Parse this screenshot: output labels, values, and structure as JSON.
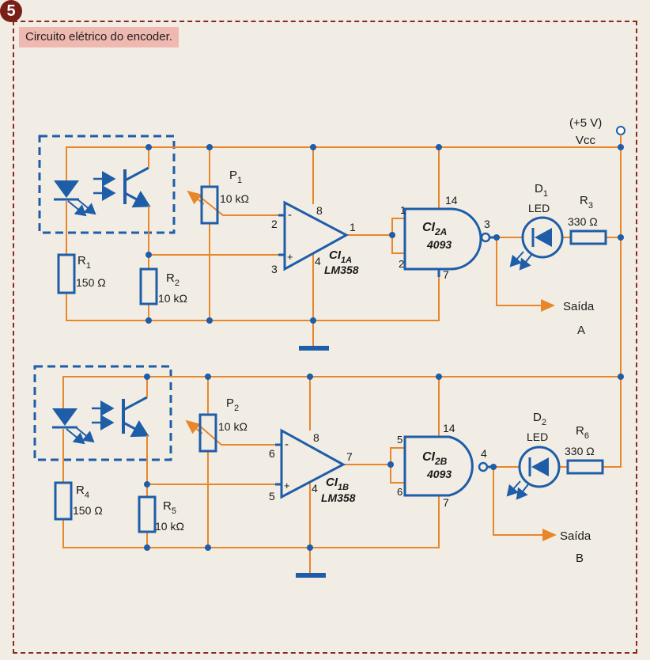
{
  "figure": {
    "number": "5",
    "caption": "Circuito elétrico do encoder."
  },
  "supply": {
    "voltage": "(+5 V)",
    "name": "Vcc"
  },
  "channel_a": {
    "r1": {
      "name": "R",
      "sub": "1",
      "value": "150 Ω"
    },
    "r2": {
      "name": "R",
      "sub": "2",
      "value": "10 kΩ"
    },
    "p1": {
      "name": "P",
      "sub": "1",
      "value": "10 kΩ"
    },
    "opamp": {
      "ci": "CI",
      "ci_sub": "1A",
      "part": "LM358",
      "pin_minus": "2",
      "pin_plus": "3",
      "pin_out": "1",
      "pin_vcc": "8",
      "pin_gnd": "4"
    },
    "gate": {
      "ci": "CI",
      "ci_sub": "2A",
      "part": "4093",
      "pin_in1": "1",
      "pin_in2": "2",
      "pin_out": "3",
      "pin_vcc": "14",
      "pin_gnd": "7"
    },
    "led": {
      "name": "D",
      "sub": "1",
      "type": "LED"
    },
    "r3": {
      "name": "R",
      "sub": "3",
      "value": "330 Ω"
    },
    "output": {
      "label": "Saída",
      "letter": "A"
    }
  },
  "channel_b": {
    "r4": {
      "name": "R",
      "sub": "4",
      "value": "150 Ω"
    },
    "r5": {
      "name": "R",
      "sub": "5",
      "value": "10 kΩ"
    },
    "p2": {
      "name": "P",
      "sub": "2",
      "value": "10 kΩ"
    },
    "opamp": {
      "ci": "CI",
      "ci_sub": "1B",
      "part": "LM358",
      "pin_minus": "6",
      "pin_plus": "5",
      "pin_out": "7",
      "pin_vcc": "8",
      "pin_gnd": "4"
    },
    "gate": {
      "ci": "CI",
      "ci_sub": "2B",
      "part": "4093",
      "pin_in1": "5",
      "pin_in2": "6",
      "pin_out": "4",
      "pin_vcc": "14",
      "pin_gnd": "7"
    },
    "led": {
      "name": "D",
      "sub": "2",
      "type": "LED"
    },
    "r6": {
      "name": "R",
      "sub": "6",
      "value": "330 Ω"
    },
    "output": {
      "label": "Saída",
      "letter": "B"
    }
  },
  "op_signs": {
    "minus": "-",
    "plus": "+"
  },
  "colors": {
    "wire": "#e8862a",
    "component": "#1e5da8",
    "frame": "#8a2a1e",
    "caption_bg": "#efb8b0"
  }
}
